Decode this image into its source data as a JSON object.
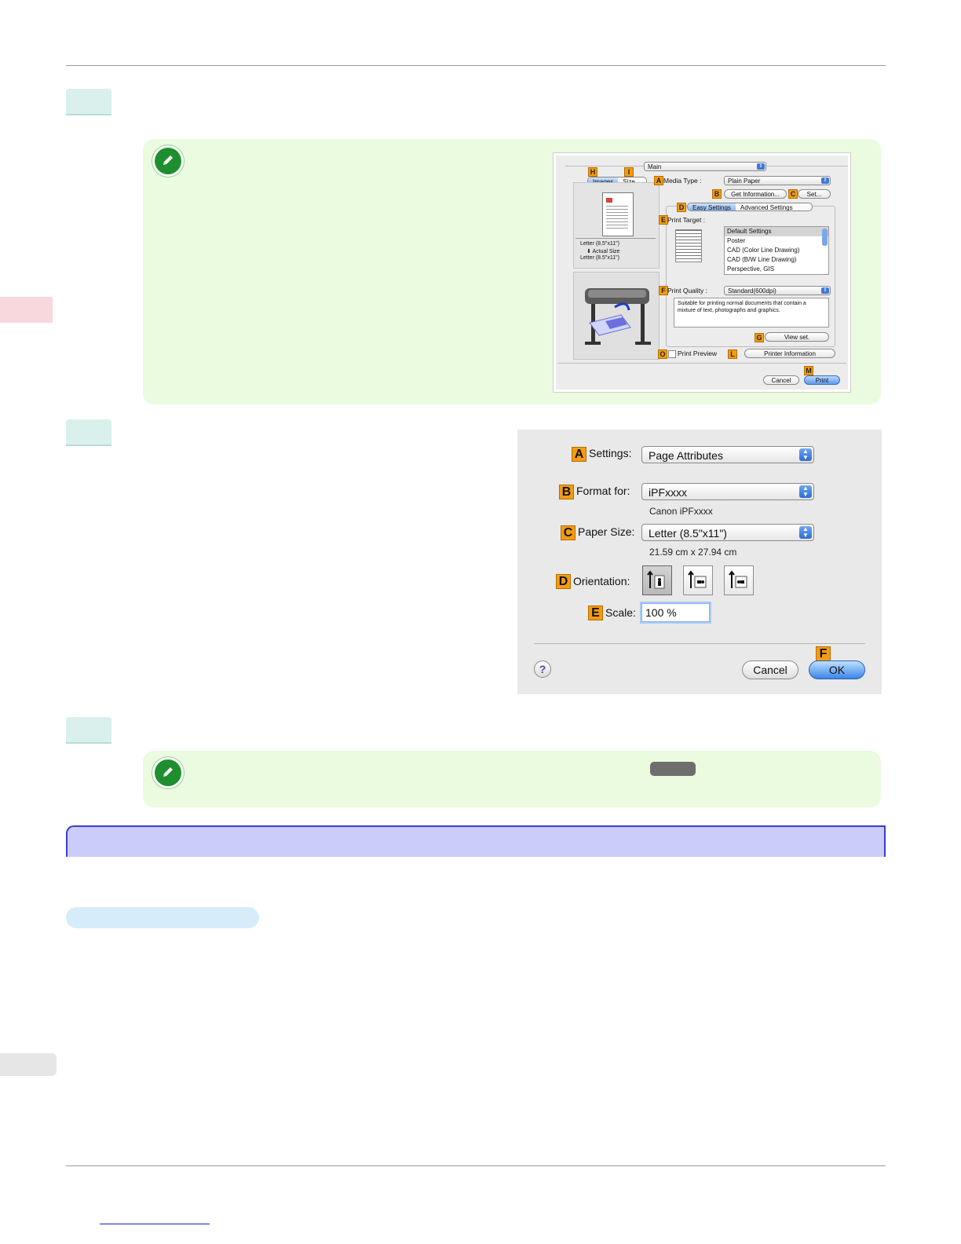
{
  "main_dialog": {
    "popup_main": "Main",
    "tab_images": "Images",
    "tab_size": "Size",
    "media_type_label": "Media Type :",
    "media_type_value": "Plain Paper",
    "get_info_button": "Get Information...",
    "set_button": "Set...",
    "tab_easy": "Easy Settings",
    "tab_advanced": "Advanced Settings",
    "print_target_label": "Print Target :",
    "print_target_items": [
      "Default Settings",
      "Poster",
      "CAD (Color Line Drawing)",
      "CAD (B/W Line Drawing)",
      "Perspective, GIS"
    ],
    "print_quality_label": "Print Quality :",
    "print_quality_value": "Standard(600dpi)",
    "description": "Suitable for printing normal documents that contain a mixture of text, photographs and graphics.",
    "view_set_button": "View set.",
    "print_preview_label": "Print Preview",
    "printer_info_button": "Printer Information",
    "cancel_button": "Cancel",
    "print_button": "Print",
    "size_line1": "Letter (8.5\"x11\")",
    "size_line2": "Actual Size",
    "size_line3": "Letter (8.5\"x11\")",
    "callouts": {
      "A": "A",
      "B": "B",
      "C": "C",
      "D": "D",
      "E": "E",
      "F": "F",
      "G": "G",
      "H": "H",
      "I": "I",
      "L": "L",
      "M": "M",
      "O": "O"
    }
  },
  "page_dialog": {
    "settings_label": "Settings:",
    "settings_value": "Page Attributes",
    "format_label": "Format for:",
    "format_value": "iPFxxxx",
    "format_sub": "Canon iPFxxxx",
    "paper_label": "Paper Size:",
    "paper_value": "Letter (8.5\"x11\")",
    "paper_sub": "21.59 cm x 27.94 cm",
    "orientation_label": "Orientation:",
    "scale_label": "Scale:",
    "scale_value": "100 %",
    "help": "?",
    "cancel_button": "Cancel",
    "ok_button": "OK",
    "callouts": {
      "A": "A",
      "B": "B",
      "C": "C",
      "D": "D",
      "E": "E",
      "F": "F"
    }
  },
  "icons": [
    "pencil-note-icon",
    "printer-illustration",
    "portrait-orientation-icon",
    "landscape-orientation-icon",
    "reverse-landscape-icon",
    "help-icon"
  ],
  "colors": {
    "note_bg": "#eafbdf",
    "step_box": "#d9f0ec",
    "callout": "#f39c12",
    "section_bar": "#cbccfa",
    "section_border": "#3a3fc8"
  }
}
